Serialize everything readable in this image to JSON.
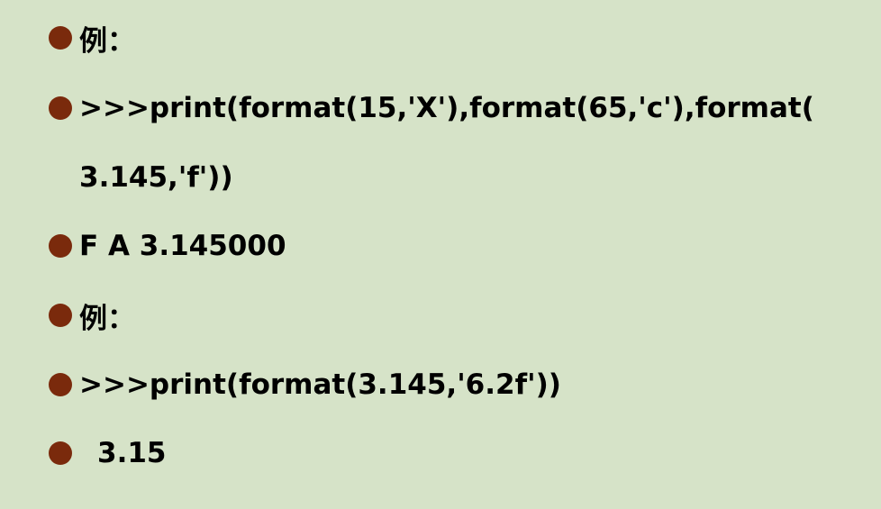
{
  "lines": [
    {
      "text": "例："
    },
    {
      "text": ">>>print(format(15,'X'),format(65,'c'),format("
    },
    {
      "text": "3.145,'f'))"
    },
    {
      "text": "F A 3.145000"
    },
    {
      "text": "例："
    },
    {
      "text": ">>>print(format(3.145,'6.2f'))"
    },
    {
      "text": "3.15"
    }
  ],
  "colors": {
    "background": "#d6e3c8",
    "bullet": "#7a2a0c",
    "text": "#000000"
  }
}
